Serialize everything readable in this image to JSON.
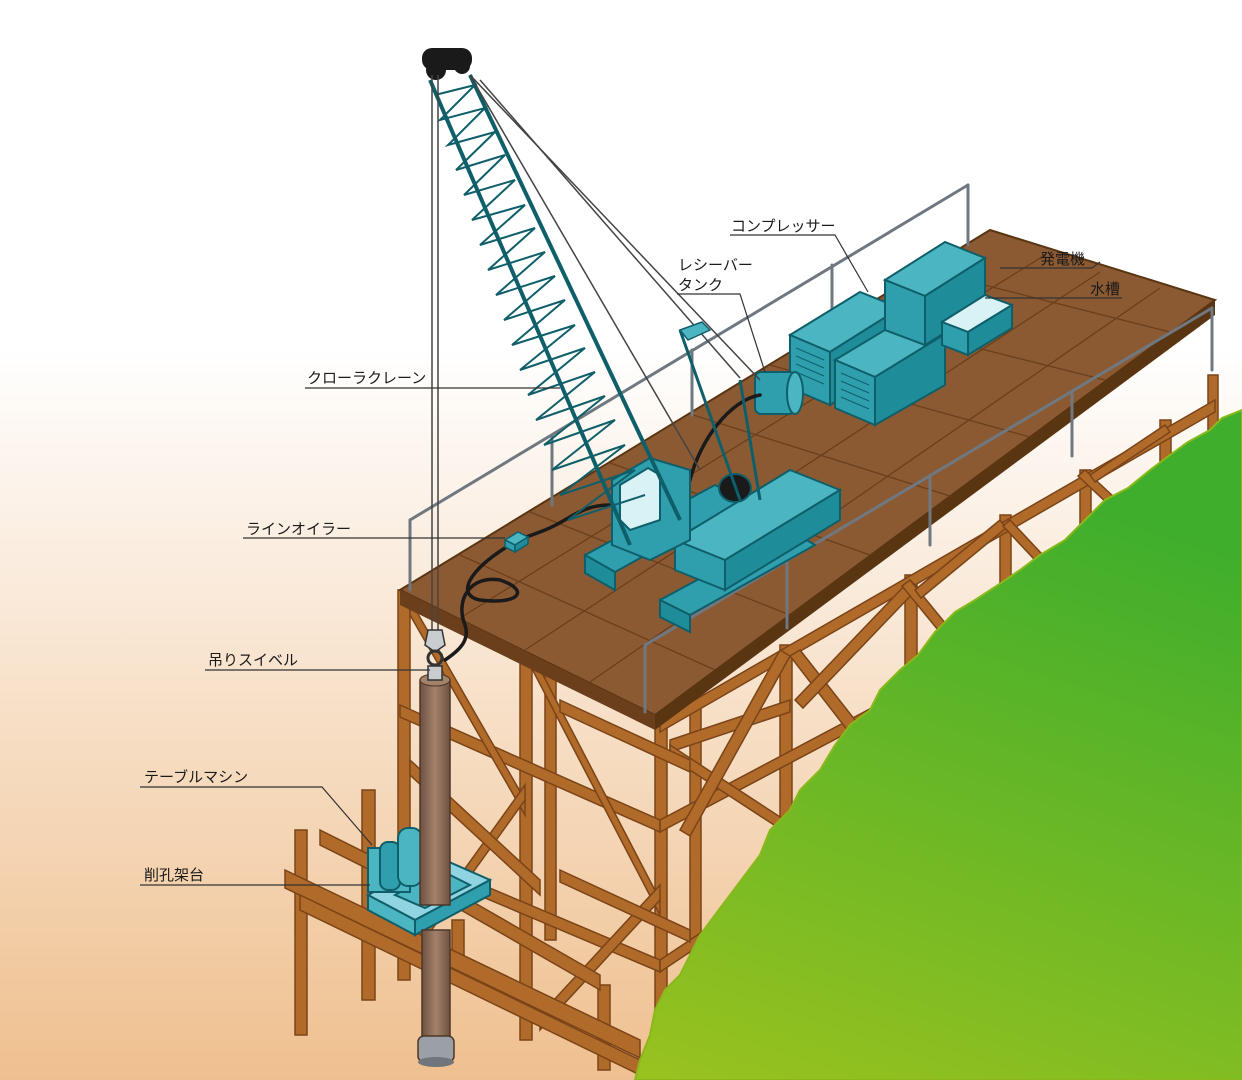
{
  "labels": {
    "crawler_crane": "クローラクレーン",
    "receiver_tank_line1": "レシーバー",
    "receiver_tank_line2": "タンク",
    "compressor": "コンプレッサー",
    "generator": "発電機",
    "water_tank": "水槽",
    "line_oiler": "ラインオイラー",
    "swivel": "吊りスイベル",
    "table_machine": "テーブルマシン",
    "drilling_stand": "削孔架台"
  },
  "colors": {
    "sky_top": "#ffffff",
    "sky_bottom": "#efc08f",
    "deck": "#8b5a33",
    "timber": "#b06a2a",
    "timber_dark": "#7a4418",
    "equipment": "#2f9fae",
    "equipment_dark": "#0f5f6a",
    "grass_light": "#9ac21f",
    "grass_dark": "#3fae2c",
    "casing": "#8a6a55",
    "leader": "#333333"
  }
}
